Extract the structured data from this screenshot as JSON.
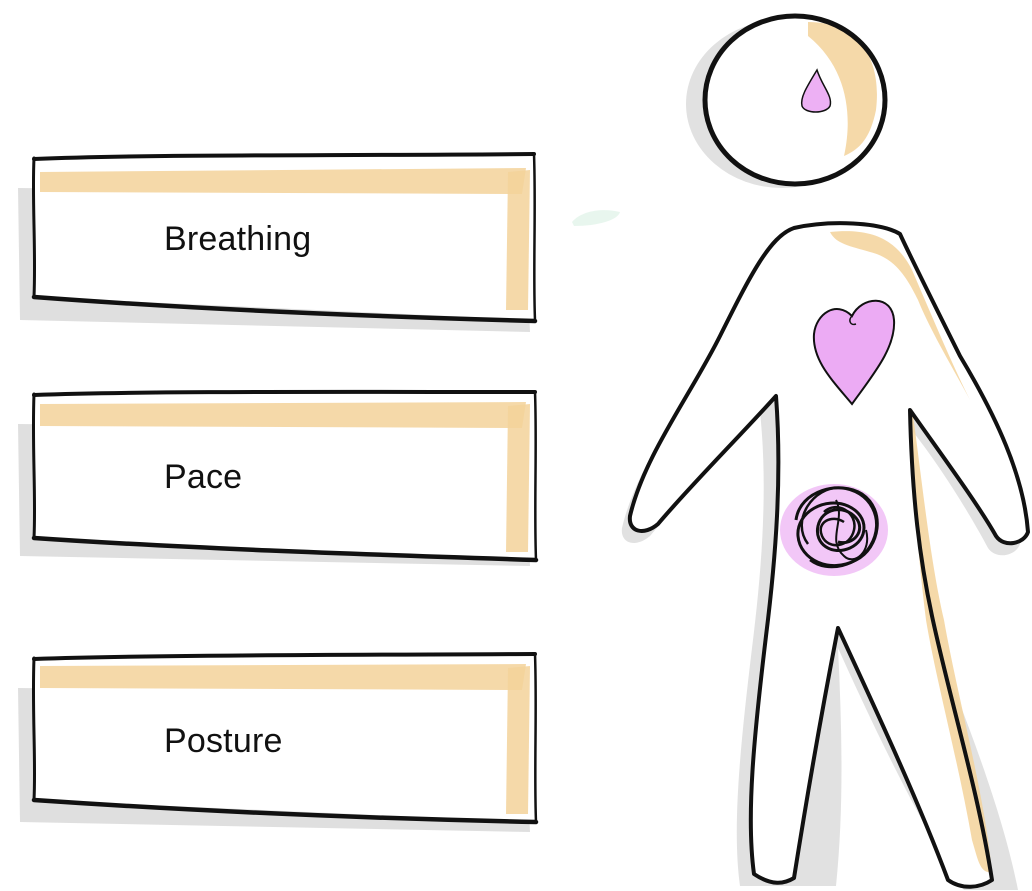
{
  "boxes": [
    {
      "label": "Breathing"
    },
    {
      "label": "Pace"
    },
    {
      "label": "Posture"
    }
  ],
  "colors": {
    "outline": "#111111",
    "highlight": "#f3d29a",
    "shadow": "#d9d9d9",
    "accent": "#e58ff0",
    "smudge": "#e6f5ec"
  },
  "figure": {
    "icons": [
      "head-icon",
      "tear-drop-icon",
      "body-icon",
      "heart-icon",
      "tangle-scribble-icon"
    ]
  }
}
